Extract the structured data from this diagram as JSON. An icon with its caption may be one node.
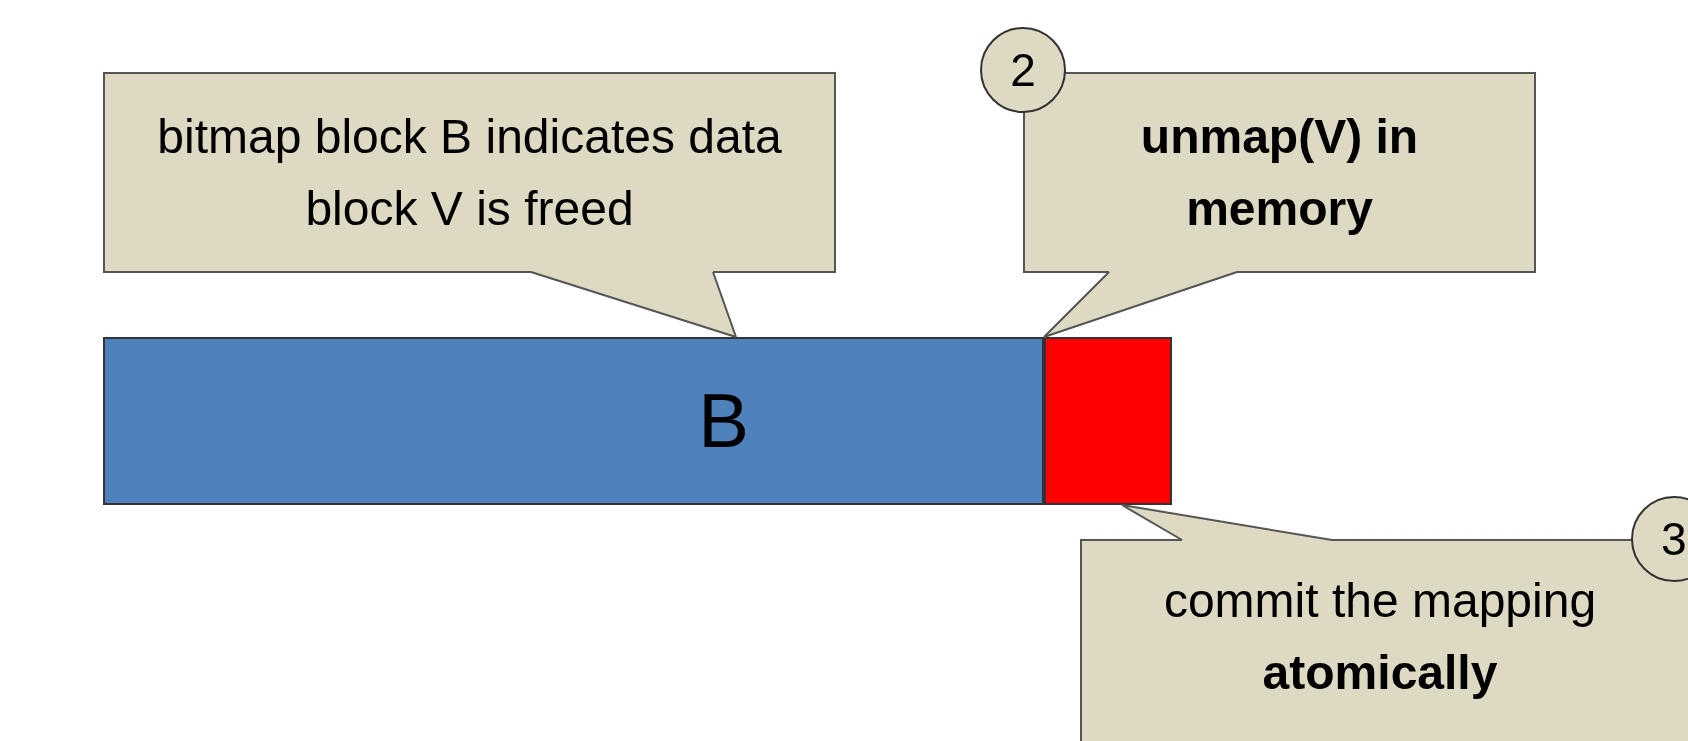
{
  "diagram": {
    "nodes": [
      {
        "text": [
          "bitmap block B indicates data block V is freed"
        ]
      },
      {
        "text": [
          "2"
        ]
      },
      {
        "text": [
          "unmap(V) in memory"
        ]
      },
      {
        "text": [
          "B"
        ]
      },
      {
        "text": [],
        "shape": "box"
      },
      {
        "text": [
          "3"
        ]
      },
      {
        "text": [
          "commit the mapping **atomically**"
        ]
      }
    ],
    "edges": [
      {
        "from": 0,
        "to": 3,
        "arrow": "none"
      },
      {
        "from": 2,
        "to": 4,
        "arrow": "none"
      },
      {
        "from": 6,
        "to": 4,
        "arrow": "none"
      }
    ]
  }
}
